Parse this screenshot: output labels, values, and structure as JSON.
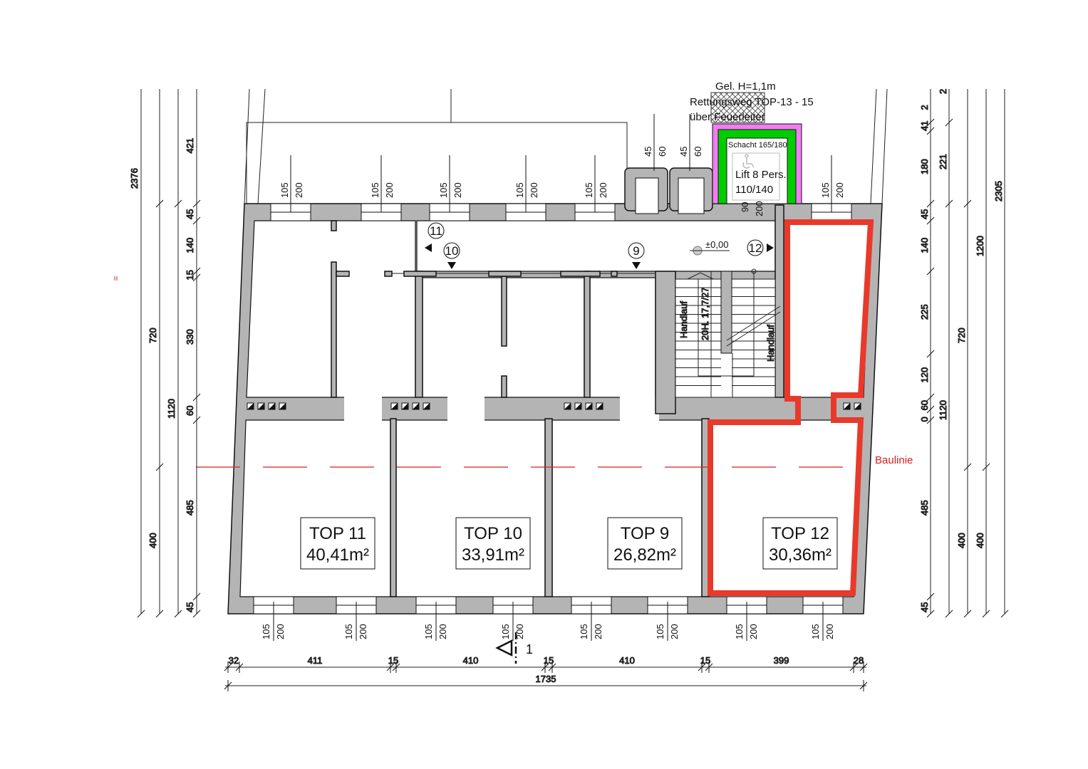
{
  "units": [
    {
      "name": "TOP 11",
      "area": "40,41m²"
    },
    {
      "name": "TOP 10",
      "area": "33,91m²"
    },
    {
      "name": "TOP 9",
      "area": "26,82m²"
    },
    {
      "name": "TOP 12",
      "area": "30,36m²"
    }
  ],
  "highlight_color": "#e8392b",
  "annotations": {
    "escape_route_1": "Rettungsweg TOP-13 - 15",
    "escape_route_2": "über Feuerleiter",
    "escape_top_cut": "Gel. H=1,1m",
    "shaft": "Schacht 165/180",
    "lift_1": "Lift 8 Pers.",
    "lift_2": "110/140",
    "lift_door_w": "90",
    "lift_door_h": "200",
    "level": "±0,00",
    "handrail_left": "Handlauf",
    "handrail_right": "Handlauf",
    "stairs": "20H. 17,7/27",
    "baulinie": "Baulinie",
    "section": "1"
  },
  "entrances": [
    "11",
    "10",
    "9",
    "12"
  ],
  "windows_top": [
    [
      "105",
      "200"
    ],
    [
      "105",
      "200"
    ],
    [
      "105",
      "200"
    ],
    [
      "105",
      "200"
    ],
    [
      "105",
      "200"
    ],
    [
      "45",
      "60"
    ],
    [
      "45",
      "60"
    ],
    [
      "105",
      "200"
    ]
  ],
  "windows_bottom": [
    [
      "105",
      "200"
    ],
    [
      "105",
      "200"
    ],
    [
      "105",
      "200"
    ],
    [
      "105",
      "200"
    ],
    [
      "105",
      "200"
    ],
    [
      "105",
      "200"
    ],
    [
      "105",
      "200"
    ],
    [
      "105",
      "200"
    ]
  ],
  "dims_left": {
    "chain": [
      "421",
      "45",
      "140",
      "15",
      "330",
      "60",
      "485",
      "45"
    ],
    "c1": "1120",
    "c2_top": "720",
    "c2_bottom": "400",
    "total": "2376"
  },
  "dims_right": {
    "chain": [
      "2",
      "41",
      "180",
      "45",
      "140",
      "225",
      "120",
      "60",
      "0",
      "485",
      "45"
    ],
    "c2_top": "2",
    "c2": "221",
    "c2_b": "1120",
    "c3": "1200",
    "c3_b": "720",
    "c3_c": "400",
    "c4": "400",
    "total": "2305"
  },
  "dims_bottom": {
    "chain": [
      "32",
      "411",
      "15",
      "410",
      "15",
      "410",
      "15",
      "399",
      "28"
    ],
    "total": "1735"
  }
}
